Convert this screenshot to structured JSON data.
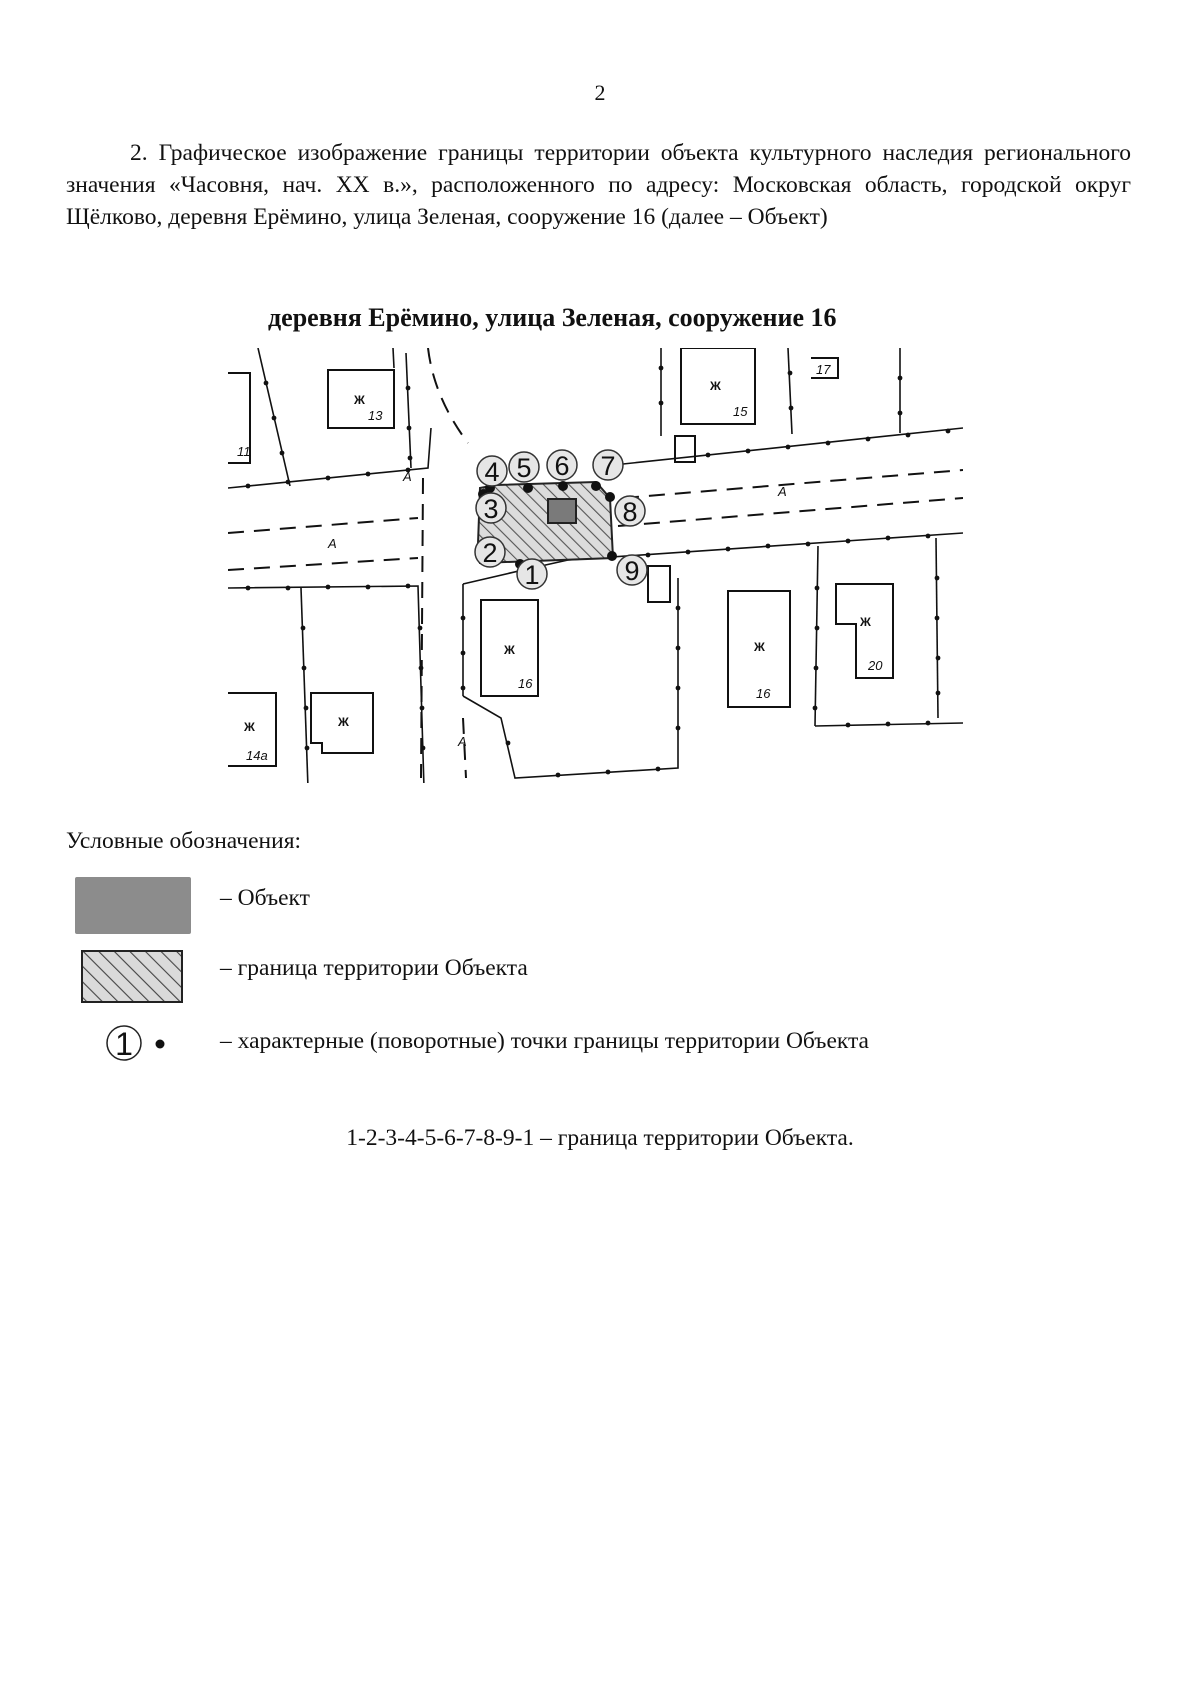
{
  "page_number": "2",
  "intro_text": "2. Графическое изображение границы территории объекта культурного наследия регионального значения «Часовня, нач. XX в.», расположенного по адресу: Московская область, городской округ Щёлково, деревня Ерёмино, улица Зеленая, сооружение 16 (далее – Объект)",
  "map": {
    "title": "деревня Ерёмино, улица Зеленая, сооружение 16",
    "road_label": "А",
    "building_labels": {
      "b13": "13",
      "b15": "15",
      "b16a": "16",
      "b16b": "16",
      "b20": "20",
      "b14a": "14а",
      "b11": "11",
      "b17": "17"
    },
    "building_type_label": "Ж",
    "points": [
      "1",
      "2",
      "3",
      "4",
      "5",
      "6",
      "7",
      "8",
      "9"
    ]
  },
  "legend": {
    "title": "Условные обозначения:",
    "items": [
      {
        "text": "– Объект"
      },
      {
        "text": "– граница территории Объекта"
      },
      {
        "text": "– характерные (поворотные) точки границы территории Объекта",
        "symbol_label": "1"
      }
    ]
  },
  "closing_text": "1-2-3-4-5-6-7-8-9-1 – граница территории Объекта."
}
